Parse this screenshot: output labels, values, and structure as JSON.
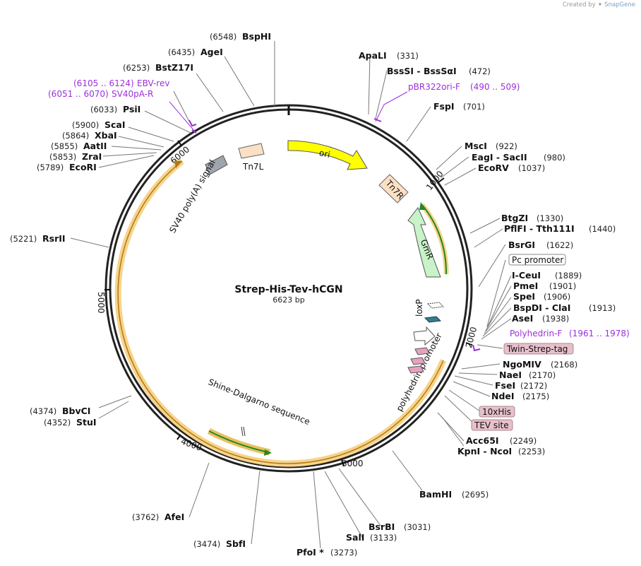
{
  "credit": {
    "prefix": "Created by",
    "brand": "SnapGene"
  },
  "plasmid": {
    "name": "Strep-His-Tev-hCGN",
    "length": "6623 bp"
  },
  "tick_labels": [
    "1000",
    "2000",
    "3000",
    "4000",
    "5000",
    "6000"
  ],
  "enzymes": [
    {
      "name": "BspHI",
      "pos": "(6548)"
    },
    {
      "name": "AgeI",
      "pos": "(6435)"
    },
    {
      "name": "BstZ17I",
      "pos": "(6253)"
    },
    {
      "name": "PsiI",
      "pos": "(6033)"
    },
    {
      "name": "ScaI",
      "pos": "(5900)"
    },
    {
      "name": "XbaI",
      "pos": "(5864)"
    },
    {
      "name": "AatII",
      "pos": "(5855)"
    },
    {
      "name": "ZraI",
      "pos": "(5853)"
    },
    {
      "name": "EcoRI",
      "pos": "(5789)"
    },
    {
      "name": "RsrII",
      "pos": "(5221)"
    },
    {
      "name": "BbvCI",
      "pos": "(4374)"
    },
    {
      "name": "StuI",
      "pos": "(4352)"
    },
    {
      "name": "AfeI",
      "pos": "(3762)"
    },
    {
      "name": "SbfI",
      "pos": "(3474)"
    },
    {
      "name": "PfoI *",
      "pos": "(3273)"
    },
    {
      "name": "SalI",
      "pos": "(3133)"
    },
    {
      "name": "BsrBI",
      "pos": "(3031)"
    },
    {
      "name": "BamHI",
      "pos": "(2695)"
    },
    {
      "name": "KpnI  - NcoI",
      "pos": "(2253)"
    },
    {
      "name": "Acc65I",
      "pos": "(2249)"
    },
    {
      "name": "NdeI",
      "pos": "(2175)"
    },
    {
      "name": "FseI",
      "pos": "(2172)"
    },
    {
      "name": "NaeI",
      "pos": "(2170)"
    },
    {
      "name": "NgoMIV",
      "pos": "(2168)"
    },
    {
      "name": "AseI",
      "pos": "(1938)"
    },
    {
      "name": "BspDI  - ClaI",
      "pos": "(1913)"
    },
    {
      "name": "SpeI",
      "pos": "(1906)"
    },
    {
      "name": "PmeI",
      "pos": "(1901)"
    },
    {
      "name": "I-CeuI",
      "pos": "(1889)"
    },
    {
      "name": "BsrGI",
      "pos": "(1622)"
    },
    {
      "name": "PflFI  - Tth111I",
      "pos": "(1440)"
    },
    {
      "name": "BtgZI",
      "pos": "(1330)"
    },
    {
      "name": "EcoRV",
      "pos": "(1037)"
    },
    {
      "name": "EagI  - SacII",
      "pos": "(980)"
    },
    {
      "name": "MscI",
      "pos": "(922)"
    },
    {
      "name": "FspI",
      "pos": "(701)"
    },
    {
      "name": "BssSI  - BssSαI",
      "pos": "(472)"
    },
    {
      "name": "ApaLI",
      "pos": "(331)"
    }
  ],
  "primers": [
    {
      "name": "EBV-rev",
      "pos": "(6105 .. 6124)"
    },
    {
      "name": "SV40pA-R",
      "pos": "(6051 .. 6070)"
    },
    {
      "name": "pBR322ori-F",
      "pos": "(490 .. 509)"
    },
    {
      "name": "Polyhedrin-F",
      "pos": "(1961 .. 1978)"
    }
  ],
  "boxed_features": [
    "Pc promoter",
    "Twin-Strep-tag",
    "10xHis",
    "TEV site"
  ],
  "features": {
    "ori": "ori",
    "tn7l": "Tn7L",
    "tn7r": "Tn7R",
    "gmr": "GmR",
    "sv40": "SV40 poly(A) signal",
    "loxp": "loxP",
    "polyhedrin": "polyhedrin promoter",
    "shine": "Shine-Dalgarno sequence"
  },
  "colors": {
    "backbone": "#222222",
    "ori": "#ffff00",
    "tn7": "#fbe0c4",
    "gmr": "#c8f2c8",
    "sv40": "#a0a4ac",
    "primer": "#9b30d9",
    "boxed_tag": "#e8c0cc",
    "orf_halo": "#f7d48a",
    "orf_arrow": "#228822"
  }
}
